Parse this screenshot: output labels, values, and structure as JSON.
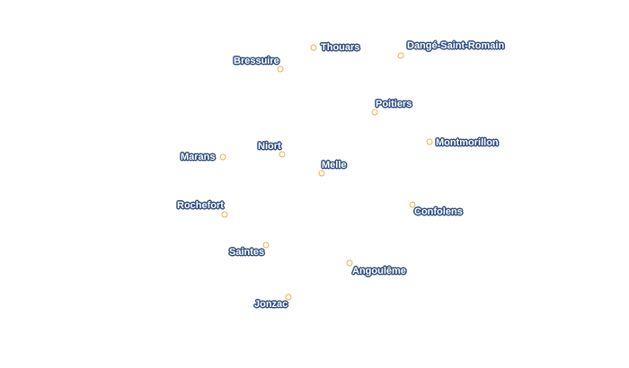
{
  "colors": {
    "marker": "#e8b04a",
    "label_fill": "#ffffff",
    "label_outline": "#2d4d80"
  },
  "cities": [
    {
      "id": "thouars",
      "name": "Thouars"
    },
    {
      "id": "dange-saint-romain",
      "name": "Dangé-Saint-Romain"
    },
    {
      "id": "bressuire",
      "name": "Bressuire"
    },
    {
      "id": "poitiers",
      "name": "Poitiers"
    },
    {
      "id": "niort",
      "name": "Niort"
    },
    {
      "id": "montmorillon",
      "name": "Montmorillon"
    },
    {
      "id": "marans",
      "name": "Marans"
    },
    {
      "id": "melle",
      "name": "Melle"
    },
    {
      "id": "rochefort",
      "name": "Rochefort"
    },
    {
      "id": "confolens",
      "name": "Confolens"
    },
    {
      "id": "saintes",
      "name": "Saintes"
    },
    {
      "id": "angouleme",
      "name": "Angoulême"
    },
    {
      "id": "jonzac",
      "name": "Jonzac"
    }
  ]
}
